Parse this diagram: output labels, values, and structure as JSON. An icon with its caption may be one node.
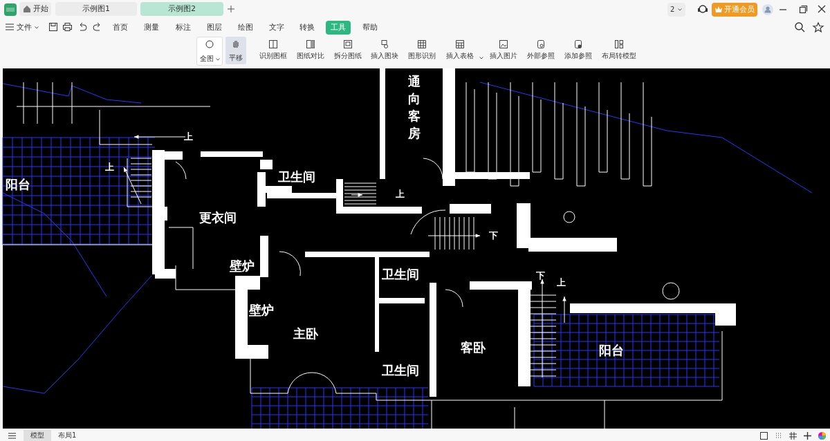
{
  "diagram": {
    "labels": [
      "开始",
      "示例图1",
      "示例图2",
      "2",
      "开通会员",
      "文件",
      "首页",
      "测量",
      "标注",
      "图层",
      "绘图",
      "文字",
      "转换",
      "工具",
      "帮助",
      "全图",
      "平移",
      "识别图框",
      "图纸对比",
      "拆分图纸",
      "插入图块",
      "图形识别",
      "插入表格",
      "插入图片",
      "外部参照",
      "添加参照",
      "布局转模型",
      "通向客房",
      "上",
      "上",
      "卫生间",
      "阳台",
      "上",
      "更衣间",
      "下",
      "壁炉",
      "卫生间",
      "下",
      "上",
      "壁炉",
      "主卧",
      "客卧",
      "阳台",
      "卫生间",
      "模型",
      "布局1"
    ]
  }
}
